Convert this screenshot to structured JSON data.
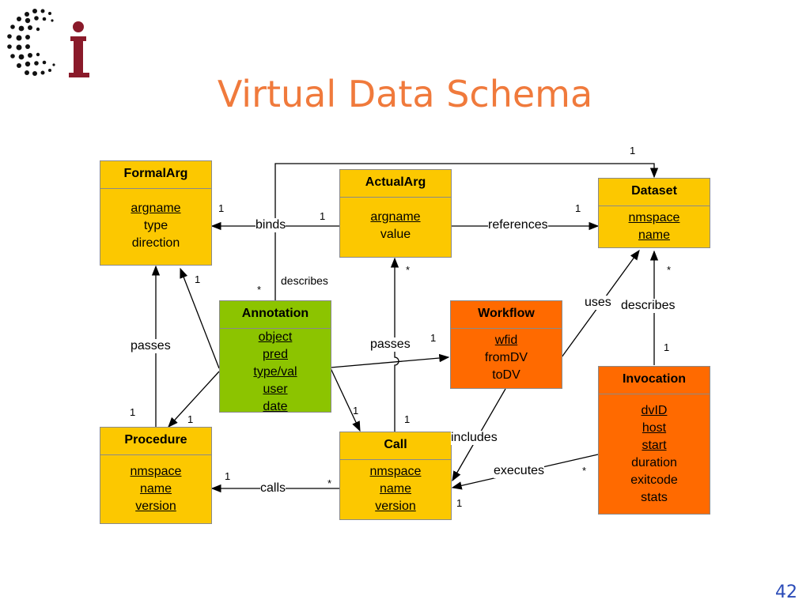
{
  "title": "Virtual Data Schema",
  "page_number": "42",
  "colors": {
    "title": "#f07a3c",
    "yellow": "#fcc800",
    "green": "#8cc400",
    "orange": "#ff6a00",
    "logo_dark": "#8a1a2a"
  },
  "classes": {
    "formalarg": {
      "name": "FormalArg",
      "attrs": [
        "argname",
        "type",
        "direction"
      ]
    },
    "actualarg": {
      "name": "ActualArg",
      "attrs": [
        "argname",
        "value"
      ]
    },
    "dataset": {
      "name": "Dataset",
      "attrs": [
        "nmspace",
        "name"
      ]
    },
    "annotation": {
      "name": "Annotation",
      "attrs": [
        "object",
        "pred",
        "type/val",
        "user",
        "date"
      ]
    },
    "workflow": {
      "name": "Workflow",
      "attrs": [
        "wfid",
        "fromDV",
        "toDV"
      ]
    },
    "invocation": {
      "name": "Invocation",
      "attrs": [
        "dvID",
        "host",
        "start",
        "duration",
        "exitcode",
        "stats"
      ]
    },
    "procedure": {
      "name": "Procedure",
      "attrs": [
        "nmspace",
        "name",
        "version"
      ]
    },
    "call": {
      "name": "Call",
      "attrs": [
        "nmspace",
        "name",
        "version"
      ]
    }
  },
  "relations": {
    "binds": "binds",
    "references": "references",
    "describes_top": "describes",
    "describes_right": "describes",
    "passes_left": "passes",
    "passes_mid": "passes",
    "uses": "uses",
    "includes": "includes",
    "executes": "executes",
    "calls": "calls"
  },
  "multiplicities": {
    "dataset_top": "1",
    "binds_formal": "1",
    "binds_actual": "1",
    "ref_dataset": "1",
    "formal_passes": "1",
    "annot_star": "*",
    "actual_star": "*",
    "dataset_star": "*",
    "wf_1": "1",
    "inv_1": "1",
    "proc_1a": "1",
    "proc_1b": "1",
    "call_1a": "1",
    "call_1b": "1",
    "calls_proc": "1",
    "calls_star": "*",
    "exec_star": "*",
    "call_bottom": "1"
  }
}
